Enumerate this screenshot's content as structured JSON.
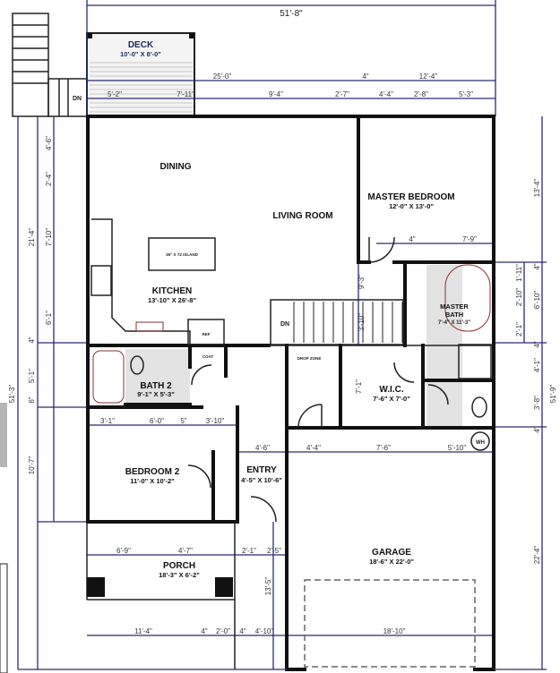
{
  "plan": {
    "overall_top": "51'-8\"",
    "overall_left": "51'-3\"",
    "overall_right": "51'-9\"",
    "top_dims_row1": [
      "25'-0\"",
      "4\"",
      "12'-4\""
    ],
    "top_dims_row2": [
      "5'-2\"",
      "7'-11\"",
      "9'-4\"",
      "2'-7\"",
      "4'-4\"",
      "2'-8\"",
      "5'-3\""
    ],
    "left_dims_outer": [
      "21'-4\"",
      "5'-1\"",
      "6\"",
      "10'-7\""
    ],
    "left_dims_inner": [
      "4'-6\"",
      "2'-4\"",
      "7'-10\"",
      "6'-1\"",
      "4\""
    ],
    "right_dims": [
      "13'-4\"",
      "4\"",
      "1'-11\"",
      "2'-10\"",
      "2'-1\"",
      "6'-10\"",
      "4\"",
      "4'-1\"",
      "3'-8\"",
      "4\"",
      "22'-4\""
    ],
    "interior_dims": [
      "3'-1\"",
      "6'-0\"",
      "5\"",
      "3'-10\"",
      "4'-6\"",
      "4'-4\"",
      "7'-6\"",
      "5'-10\"",
      "9'-3\"",
      "3'-10\"",
      "7'-1\"",
      "4\"",
      "7'-9\""
    ],
    "bottom_dims": [
      "6'-9\"",
      "4'-7\"",
      "2'-1\"",
      "2'-5\"",
      "13'-5\"",
      "11'-4\"",
      "4\"",
      "2'-0\"",
      "4\"",
      "4'-10\"",
      "18'-10\""
    ]
  },
  "rooms": {
    "deck": {
      "name": "DECK",
      "size": "10'-0\" X 8'-0\""
    },
    "dining": {
      "name": "DINING"
    },
    "living": {
      "name": "LIVING ROOM"
    },
    "master_bedroom": {
      "name": "MASTER BEDROOM",
      "size": "12'-0\" X 13'-0\""
    },
    "kitchen": {
      "name": "KITCHEN",
      "size": "13'-10\" X 26'-8\"",
      "island": "36\" X 72 ISLAND",
      "ref": "REF"
    },
    "master_bath": {
      "name": "MASTER",
      "name2": "BATH",
      "size": "7'-4\" X 11'-3\""
    },
    "bath2": {
      "name": "BATH 2",
      "size": "9'-1\" X 5'-3\""
    },
    "coat": {
      "name": "COAT"
    },
    "drop_zone": {
      "name": "DROP ZONE"
    },
    "wic": {
      "name": "W.I.C.",
      "size": "7'-6\" X 7'-0\""
    },
    "bedroom2": {
      "name": "BEDROOM 2",
      "size": "11'-0\" X 10'-2\""
    },
    "entry": {
      "name": "ENTRY",
      "size": "4'-5\" X 10'-6\""
    },
    "porch": {
      "name": "PORCH",
      "size": "18'-3\" X 6'-2\""
    },
    "garage": {
      "name": "GARAGE",
      "size": "18'-6\" X 22'-0\""
    }
  },
  "labels": {
    "dn": "DN",
    "wh": "WH"
  },
  "colors": {
    "dimension": "#2b2b75",
    "wall": "#111111",
    "tile": "#e3e3e3",
    "deck_text": "#1c2a5a"
  }
}
